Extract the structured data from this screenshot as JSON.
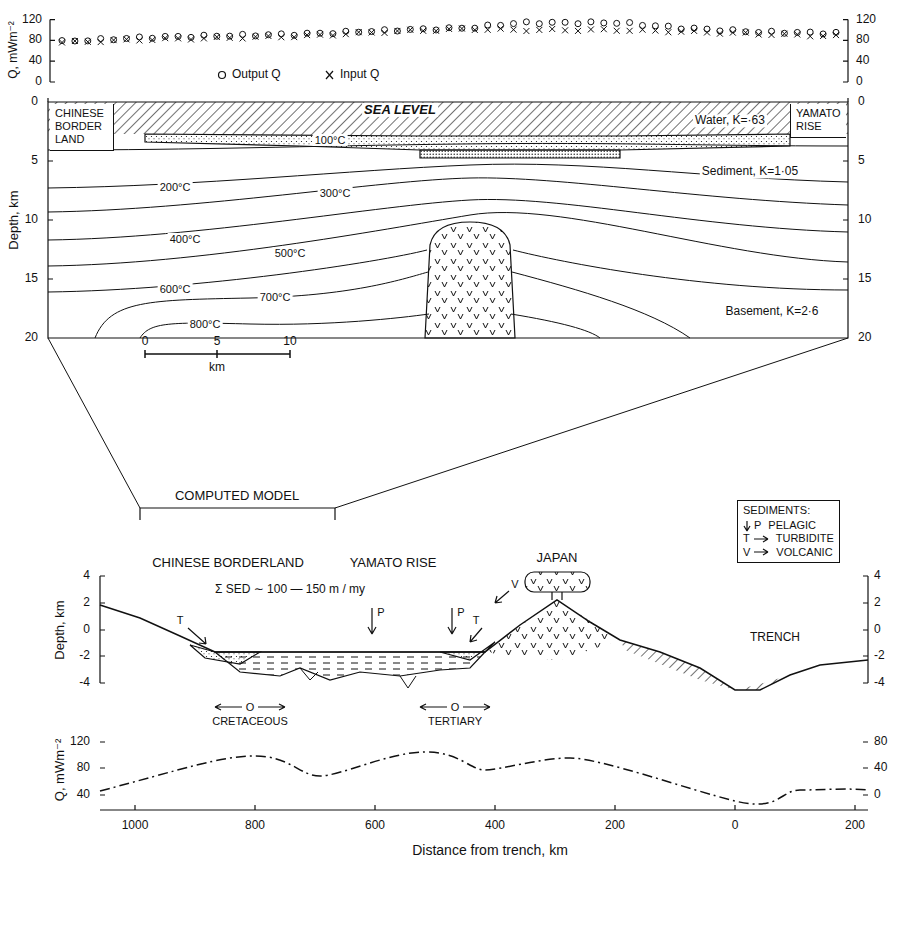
{
  "diagram": {
    "nodes": [
      {
        "text": [
          "CHINESE BORDER LAND"
        ]
      },
      {
        "text": [
          "YAMATO RISE"
        ]
      },
      {
        "text": [
          "SEDIMENTS:",
          "P",
          "PELAGIC",
          "T",
          "TURBIDITE",
          "V",
          "VOLCANIC"
        ]
      }
    ],
    "edges": [],
    "labels": [
      "Q, mWm⁻²",
      "120",
      "80",
      "40",
      "0",
      "120",
      "80",
      "40",
      "0",
      "SEA LEVEL",
      "Depth, km",
      "0",
      "5",
      "10",
      "15",
      "20",
      "0",
      "5",
      "10",
      "15",
      "20",
      "100°C",
      "200°C",
      "300°C",
      "400°C",
      "500°C",
      "600°C",
      "700°C",
      "800°C",
      "Water, K=·63",
      "Sediment, K=1·05",
      "Basement, K=2·6",
      "0",
      "5",
      "10",
      "km",
      "COMPUTED MODEL",
      "CHINESE BORDERLAND",
      "YAMATO RISE",
      "Σ SED ∼ 100 — 150 m / my",
      "JAPAN",
      "TRENCH",
      "V",
      "T",
      "P",
      "P",
      "T",
      "CRETACEOUS",
      "TERTIARY",
      "O",
      "O",
      "Depth, km",
      "4",
      "2",
      "0",
      "-2",
      "-4",
      "4",
      "2",
      "0",
      "-2",
      "-4",
      "Q, mWm⁻²",
      "120",
      "80",
      "40",
      "80",
      "40",
      "0",
      "1000",
      "800",
      "600",
      "400",
      "200",
      "0",
      "200",
      "Distance from trench, km"
    ],
    "legend": [
      {
        "text": "Output Q"
      },
      {
        "text": "Input Q"
      }
    ]
  }
}
